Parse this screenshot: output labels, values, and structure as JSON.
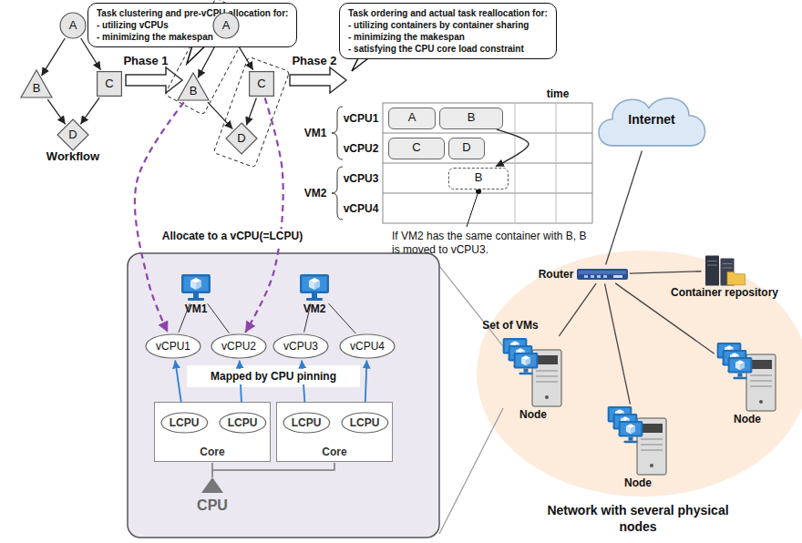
{
  "diagram": {
    "nodes": [
      {
        "text": [
          "Task clustering and pre-vCPU allocation for:",
          "- utilizing vCPUs",
          "- minimizing the makespan"
        ]
      },
      {
        "text": [
          "Task ordering and actual task reallocation for:",
          "- utilizing containers by container sharing",
          "- minimizing the makespan",
          "- satisfying the CPU core load constraint"
        ]
      },
      {
        "text": [
          "A"
        ]
      },
      {
        "text": [
          "B"
        ]
      },
      {
        "text": [
          "C"
        ]
      },
      {
        "text": [
          "D"
        ]
      },
      {
        "text": [
          "A"
        ]
      },
      {
        "text": [
          "B"
        ]
      },
      {
        "text": [
          "C"
        ]
      },
      {
        "text": [
          "D"
        ]
      },
      {
        "text": [
          "A"
        ]
      },
      {
        "text": [
          "B"
        ]
      },
      {
        "text": [
          "C"
        ]
      },
      {
        "text": [
          "D"
        ]
      },
      {
        "text": [
          "B"
        ]
      },
      {
        "text": [
          "VM1"
        ]
      },
      {
        "text": [
          "VM2"
        ]
      },
      {
        "text": [
          "vCPU1"
        ]
      },
      {
        "text": [
          "vCPU2"
        ]
      },
      {
        "text": [
          "vCPU3"
        ]
      },
      {
        "text": [
          "vCPU4"
        ]
      },
      {
        "text": [
          "Core"
        ]
      },
      {
        "text": [
          "LCPU"
        ],
        "in": 21
      },
      {
        "text": [
          "LCPU"
        ],
        "in": 21
      },
      {
        "text": [
          "Core"
        ]
      },
      {
        "text": [
          "LCPU"
        ],
        "in": 24
      },
      {
        "text": [
          "LCPU"
        ],
        "in": 24
      },
      {
        "text": [
          "Internet"
        ]
      },
      {
        "text": [
          "Router"
        ]
      },
      {
        "text": [
          "Container repository"
        ]
      },
      {
        "text": [
          "Node"
        ]
      },
      {
        "text": [
          "Node"
        ]
      },
      {
        "text": [
          "Node"
        ]
      }
    ],
    "edges": [
      {
        "from": 2,
        "to": 3,
        "arrow": "to"
      },
      {
        "from": 2,
        "to": 4,
        "arrow": "to"
      },
      {
        "from": 3,
        "to": 5,
        "arrow": "to"
      },
      {
        "from": 4,
        "to": 5,
        "arrow": "to"
      },
      {
        "from": 6,
        "to": 7,
        "arrow": "to"
      },
      {
        "from": 6,
        "to": 8,
        "arrow": "to"
      },
      {
        "from": 7,
        "to": 9,
        "arrow": "to"
      },
      {
        "from": 8,
        "to": 9,
        "arrow": "to"
      },
      {
        "from": 11,
        "to": 14,
        "arrow": "to"
      },
      {
        "from": 7,
        "to": 17,
        "arrow": "to"
      },
      {
        "from": 8,
        "to": 18,
        "arrow": "to"
      },
      {
        "from": 15,
        "to": 17,
        "arrow": "none"
      },
      {
        "from": 15,
        "to": 18,
        "arrow": "none"
      },
      {
        "from": 16,
        "to": 19,
        "arrow": "none"
      },
      {
        "from": 16,
        "to": 20,
        "arrow": "none"
      },
      {
        "from": 17,
        "to": 22,
        "arrow": "both"
      },
      {
        "from": 18,
        "to": 23,
        "arrow": "both"
      },
      {
        "from": 19,
        "to": 25,
        "arrow": "both"
      },
      {
        "from": 20,
        "to": 26,
        "arrow": "both"
      },
      {
        "from": 27,
        "to": 28,
        "arrow": "none"
      },
      {
        "from": 28,
        "to": 29,
        "arrow": "none"
      },
      {
        "from": 28,
        "to": 30,
        "arrow": "none"
      },
      {
        "from": 28,
        "to": 31,
        "arrow": "none"
      },
      {
        "from": 28,
        "to": 32,
        "arrow": "none"
      }
    ],
    "labels": [
      "Workflow",
      "Phase 1",
      "Phase 2",
      "time",
      "VM1",
      "vCPU1",
      "vCPU2",
      "VM2",
      "vCPU3",
      "vCPU4",
      "If VM2 has the same container with B, B is moved to vCPU3.",
      "Allocate to a vCPU(=LCPU)",
      "Mapped by CPU pinning",
      "CPU",
      "Set of VMs",
      "Network with several physical nodes"
    ]
  }
}
